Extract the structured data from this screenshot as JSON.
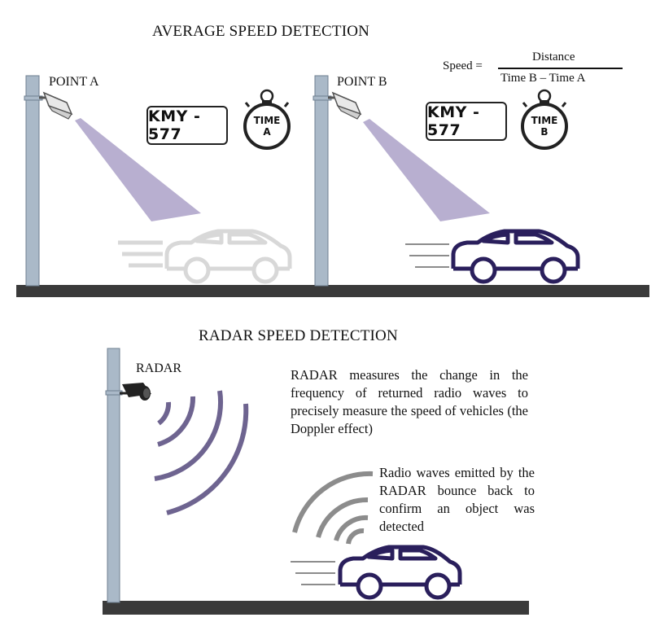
{
  "top": {
    "title": "AVERAGE SPEED DETECTION",
    "point_a": "POINT A",
    "point_b": "POINT B",
    "plate_a": "KMY - 577",
    "plate_b": "KMY - 577",
    "timer_a_line1": "TIME",
    "timer_a_line2": "A",
    "timer_b_line1": "TIME",
    "timer_b_line2": "B",
    "formula": {
      "lhs": "Speed =",
      "numerator": "Distance",
      "denominator": "Time B – Time A"
    }
  },
  "bottom": {
    "title": "RADAR SPEED DETECTION",
    "radar_label": "RADAR",
    "description_1": "RADAR measures the change in the frequency of returned radio waves to precisely measure the speed of vehicles (the Doppler effect)",
    "description_2": "Radio waves emitted by the RADAR bounce back to confirm an object was detected"
  },
  "colors": {
    "pole": "#aab9c8",
    "ground": "#3a3a3a",
    "beam": "#b8afd0",
    "car_dark": "#2a1f5c",
    "car_faded": "#d8d8d8",
    "wave_purple": "#6e6490",
    "wave_gray": "#8c8c8c"
  }
}
